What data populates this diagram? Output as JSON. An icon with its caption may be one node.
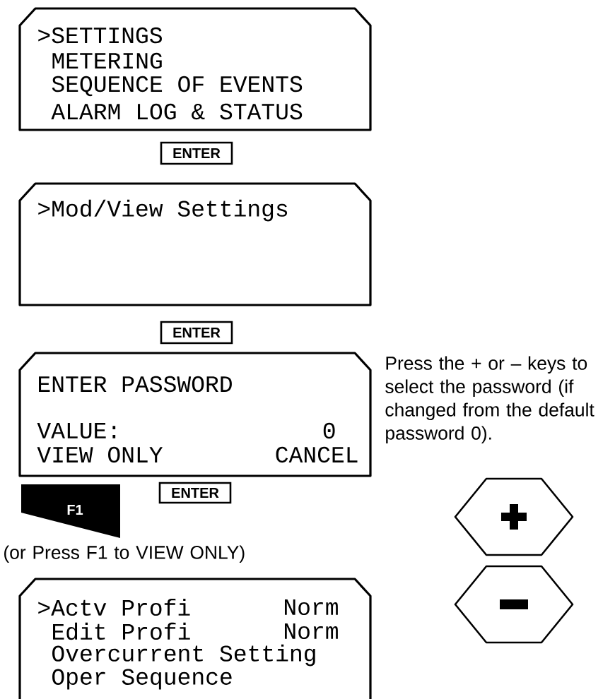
{
  "diagram": {
    "nodes": [
      {
        "text": [
          ">SETTINGS",
          "METERING",
          "SEQUENCE OF EVENTS",
          "ALARM LOG & STATUS"
        ]
      },
      {
        "text": [
          "ENTER"
        ]
      },
      {
        "text": [
          ">Mod/View Settings"
        ]
      },
      {
        "text": [
          "ENTER"
        ]
      },
      {
        "text": [
          "ENTER PASSWORD",
          "VALUE:",
          "0",
          "VIEW ONLY",
          "CANCEL"
        ]
      },
      {
        "text": [
          "F1"
        ]
      },
      {
        "text": [
          "ENTER"
        ]
      },
      {
        "text": [],
        "shape": "hexagon"
      },
      {
        "text": [],
        "shape": "hexagon"
      },
      {
        "text": [
          ">Actv Profi",
          "Norm",
          "Edit Profi",
          "Norm",
          "Overcurrent Setting",
          "Oper Sequence"
        ]
      }
    ],
    "labels": [
      "Press the + or – keys to select the password (if changed from the default password 0).",
      "(or Press F1 to VIEW ONLY)"
    ]
  }
}
